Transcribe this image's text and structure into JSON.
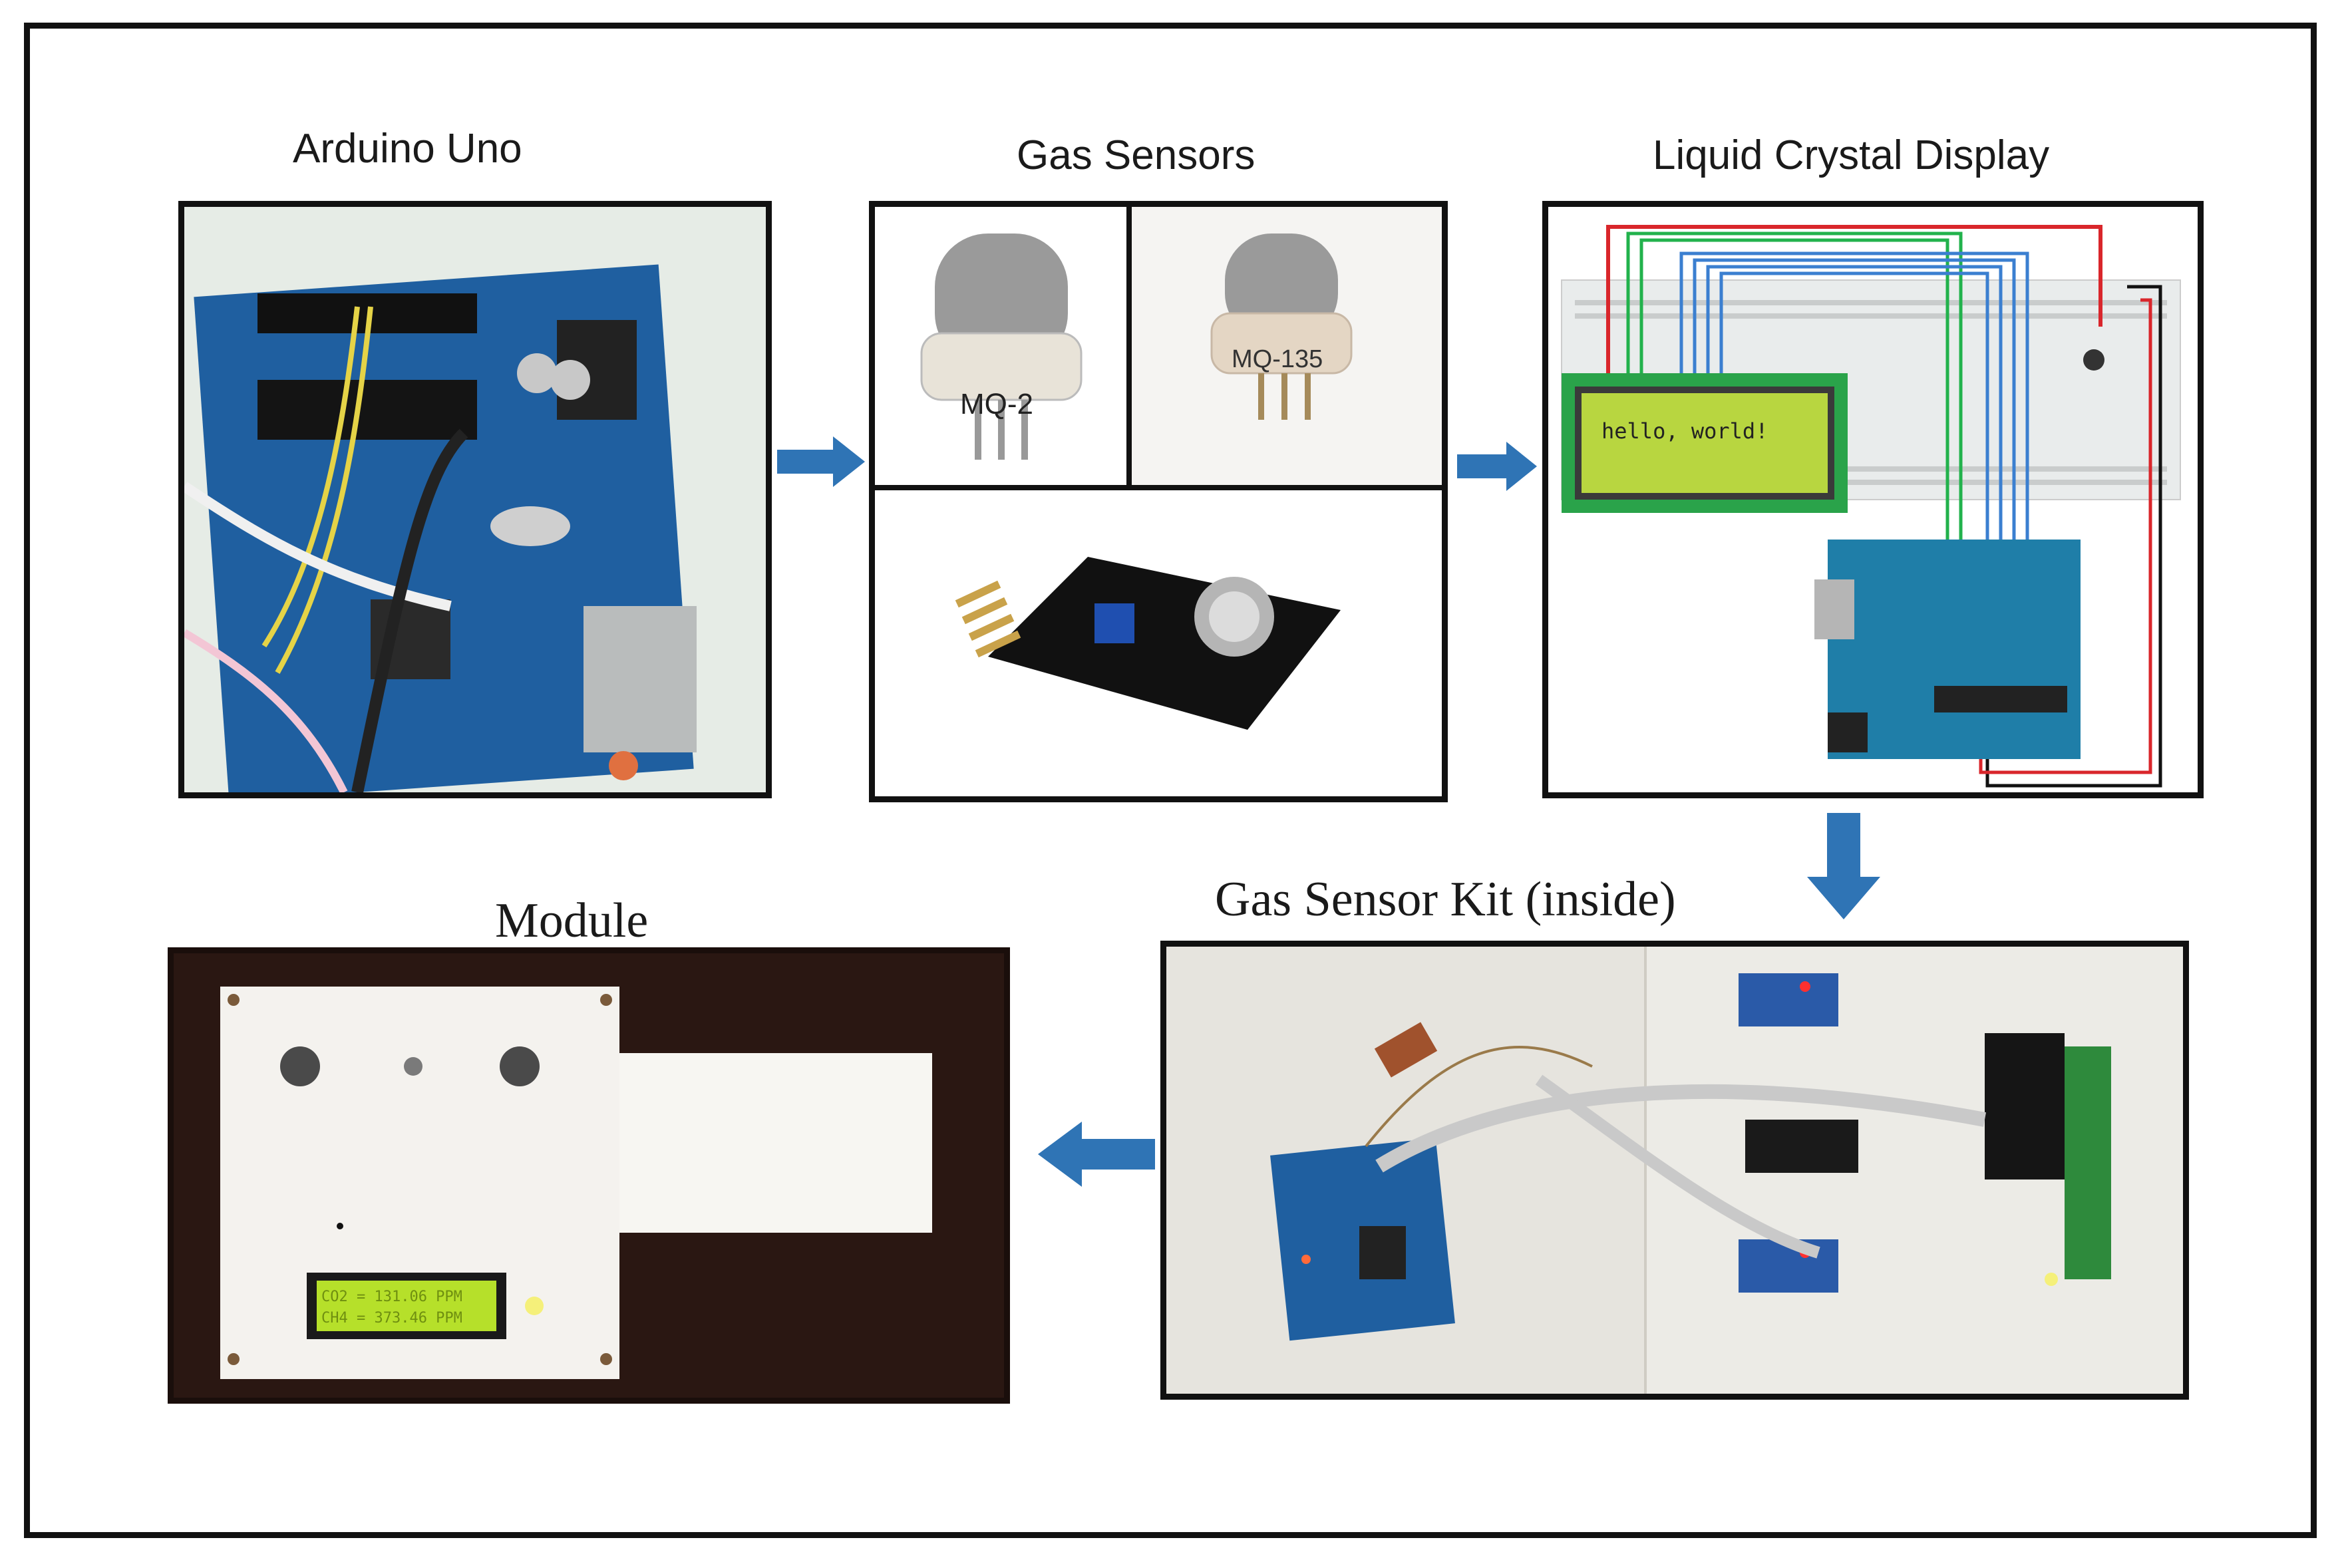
{
  "titles": {
    "arduino": "Arduino Uno",
    "gas_sensors": "Gas Sensors",
    "lcd": "Liquid Crystal Display",
    "kit": "Gas Sensor Kit (inside)",
    "module": "Module"
  },
  "sensor_labels": {
    "mq2": "MQ-2",
    "mq135": "MQ-135"
  },
  "lcd_screen_text": "hello, world!",
  "module_lcd": {
    "line1": "CO2 = 131.06 PPM",
    "line2": "CH4 = 373.46 PPM"
  },
  "colors": {
    "arrow": "#2f74b5",
    "arduino_board": "#1f5fa0",
    "lcd_green": "#b8d640",
    "wire_red": "#d9262b",
    "wire_green": "#22b24c",
    "wire_blue": "#3b7fd0"
  }
}
